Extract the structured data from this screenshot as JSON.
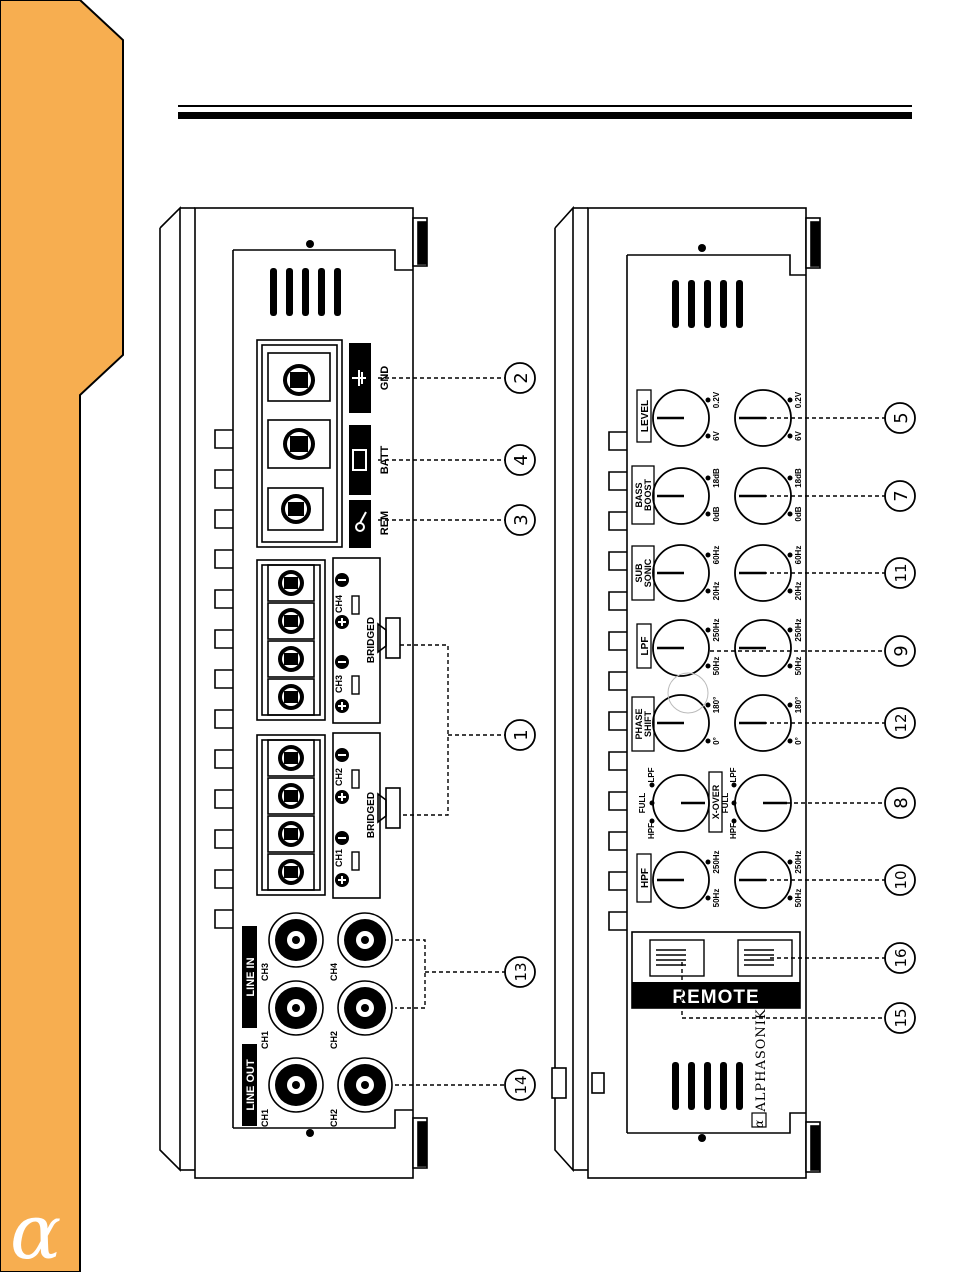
{
  "brand": {
    "logo_glyph": "α",
    "name": "ALPHASONIK",
    "sidebar_color": "#F7AE50"
  },
  "left_panel": {
    "power": {
      "rem": "REM",
      "batt": "BATT",
      "gnd": "GND"
    },
    "speakers": {
      "ch1": "CH1",
      "ch2": "CH2",
      "ch3": "CH3",
      "ch4": "CH4",
      "bridged_a": "BRIDGED",
      "bridged_b": "BRIDGED"
    },
    "rca": {
      "line_out": "LINE OUT",
      "line_in": "LINE IN",
      "out_ch1": "CH1",
      "out_ch2": "CH2",
      "in_ch1": "CH1",
      "in_ch2": "CH2",
      "in_ch3": "CH3",
      "in_ch4": "CH4"
    }
  },
  "right_panel": {
    "remote": "REMOTE",
    "level": {
      "name": "LEVEL",
      "min": "6V",
      "max": "0.2V"
    },
    "bass": {
      "name1": "BASS",
      "name2": "BOOST",
      "min": "0dB",
      "max": "18dB"
    },
    "subsonic": {
      "name1": "SUB",
      "name2": "SONIC",
      "min": "20Hz",
      "max": "60Hz"
    },
    "lpf": {
      "name": "LPF",
      "min": "50Hz",
      "max": "250Hz"
    },
    "phase": {
      "name1": "PHASE",
      "name2": "SHIFT",
      "min": "0°",
      "max": "180°"
    },
    "xover": {
      "name": "X-OVER",
      "hpf": "HPF",
      "full": "FULL",
      "lpf": "LPF"
    },
    "hpf": {
      "name": "HPF",
      "min": "50Hz",
      "max": "250Hz"
    }
  },
  "callouts": {
    "c1": "1",
    "c2": "2",
    "c3": "3",
    "c4": "4",
    "c5": "5",
    "c7": "7",
    "c8": "8",
    "c9": "9",
    "c10": "10",
    "c11": "11",
    "c12": "12",
    "c13": "13",
    "c14": "14",
    "c15": "15",
    "c16": "16"
  }
}
